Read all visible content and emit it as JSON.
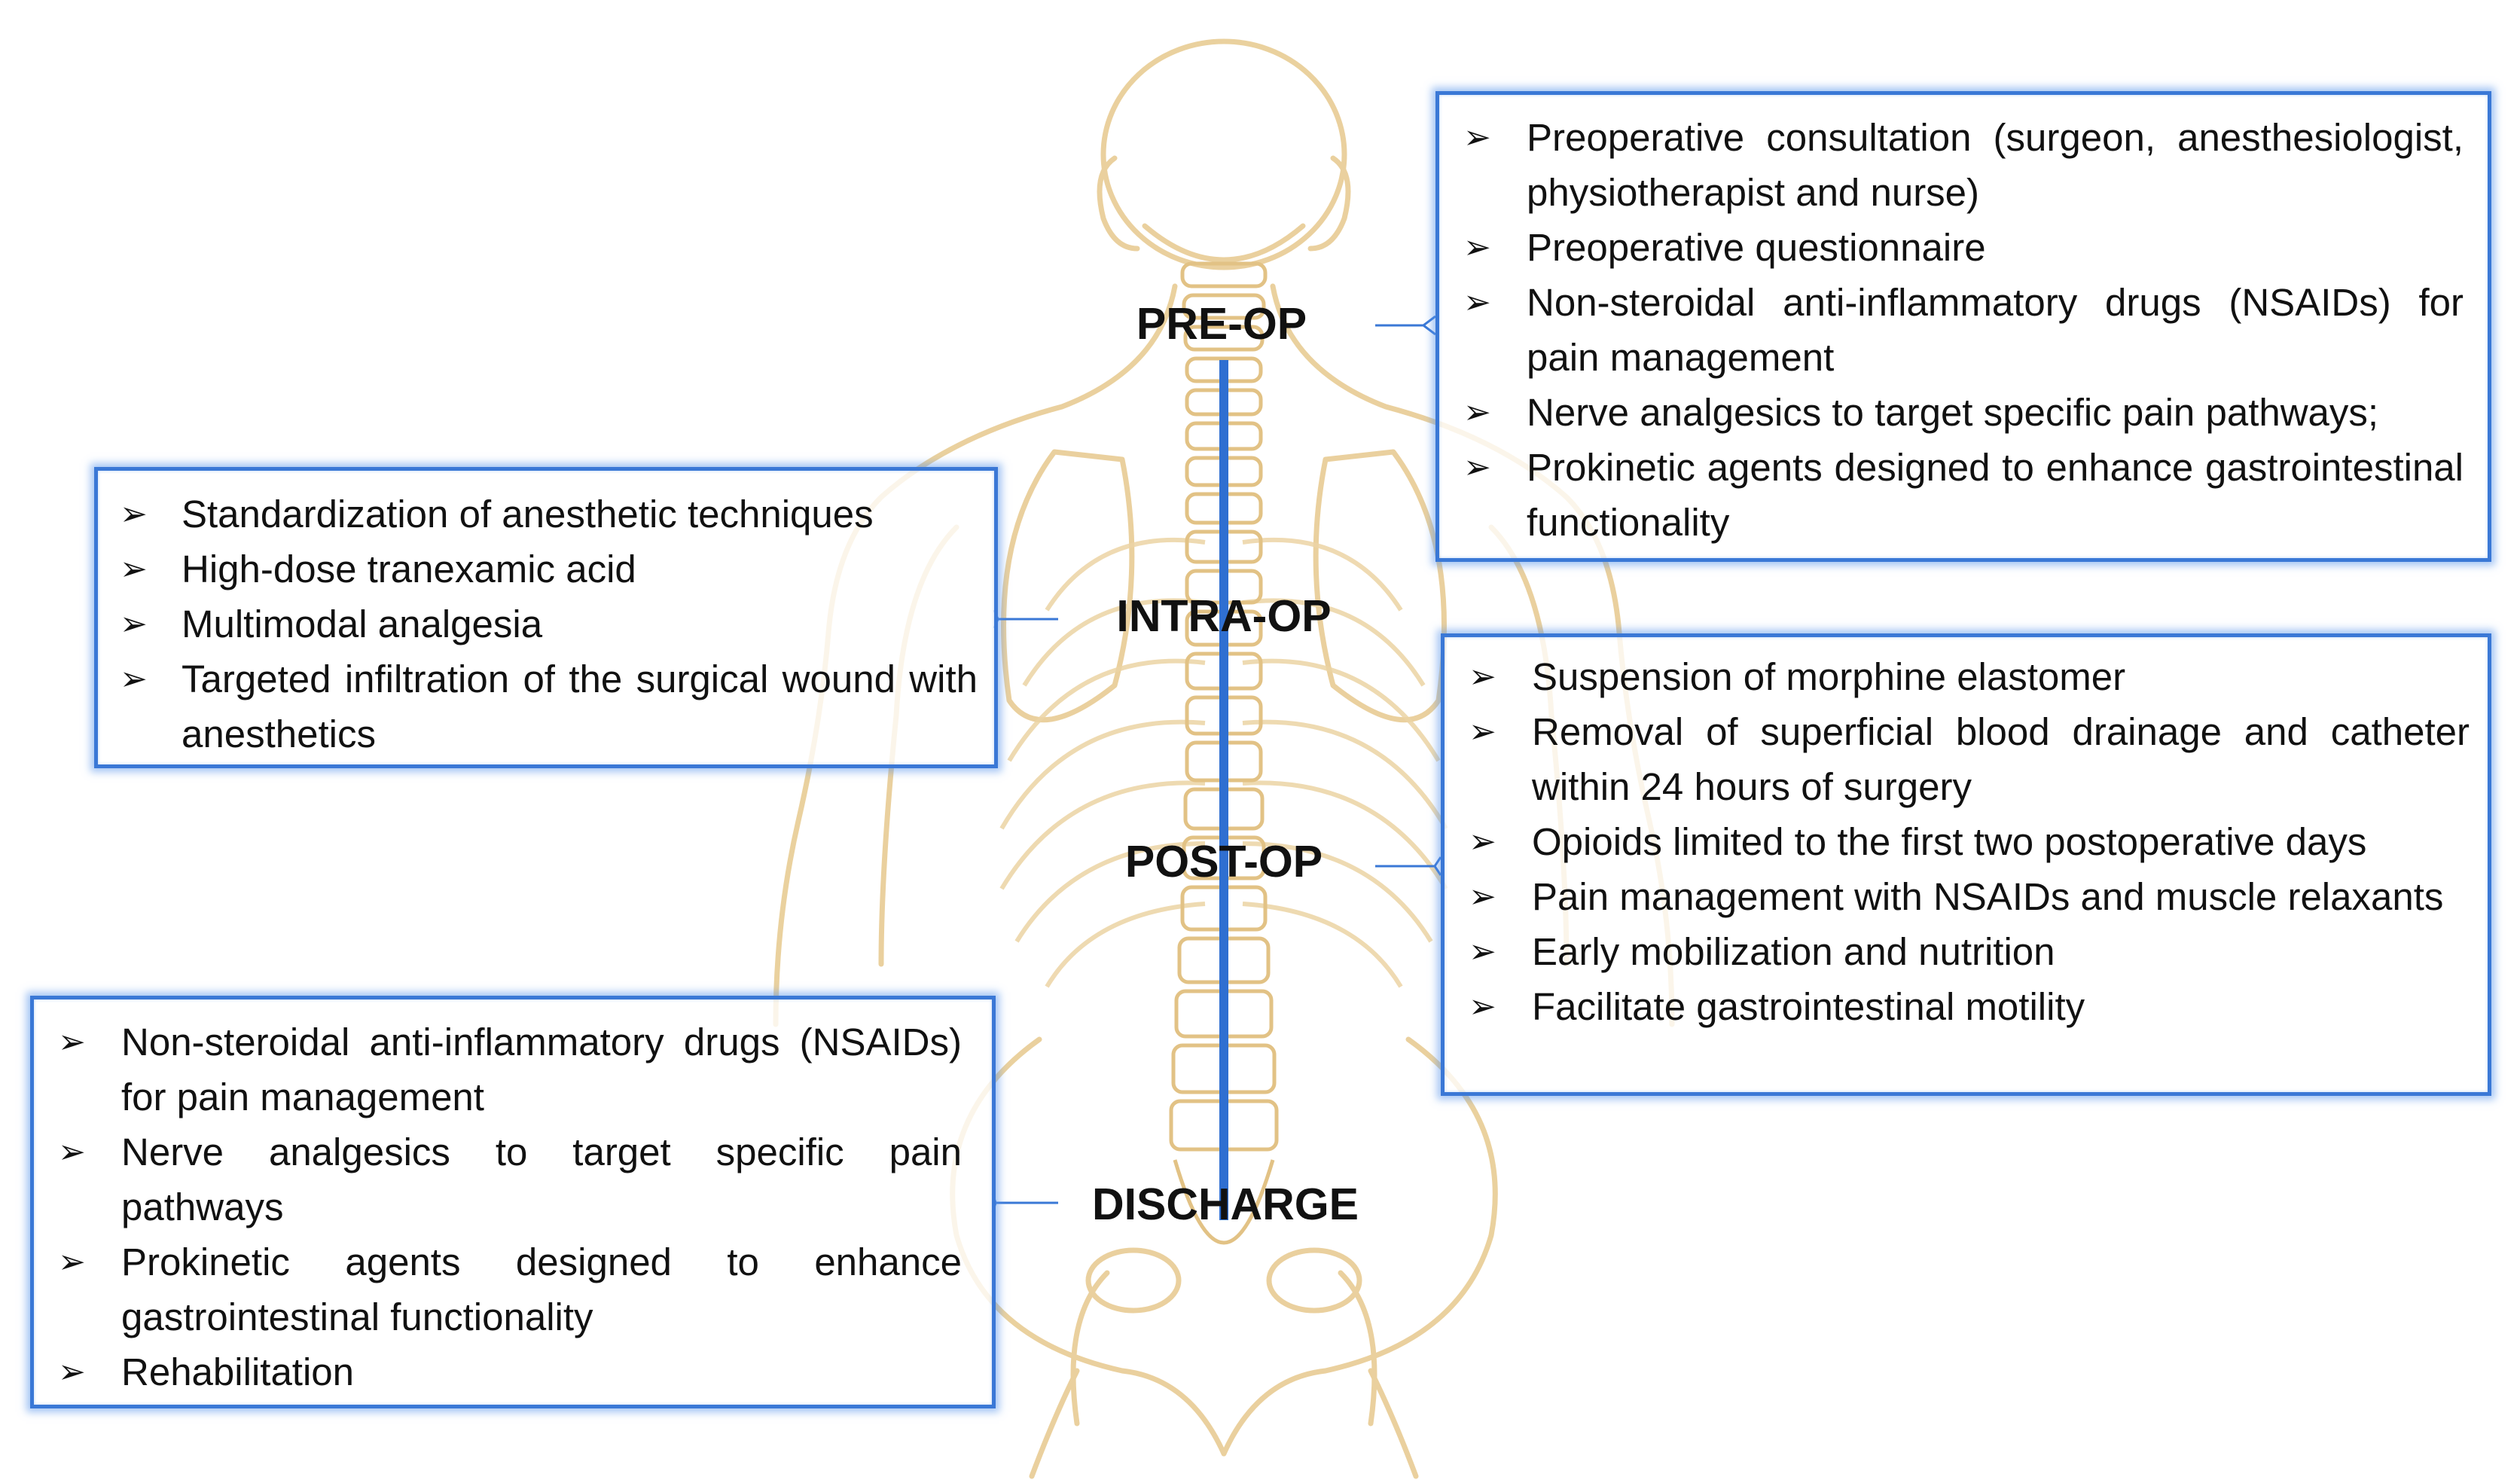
{
  "stages": {
    "preop": {
      "label": "PRE-OP",
      "items": [
        "Preoperative consultation (surgeon, anesthesiologist, physiotherapist and nurse)",
        "Preoperative questionnaire",
        "Non-steroidal anti-inflammatory drugs (NSAIDs) for pain management",
        "Nerve analgesics to target specific pain pathways;",
        "Prokinetic agents designed to enhance gastrointestinal functionality"
      ]
    },
    "intraop": {
      "label": "INTRA-OP",
      "items": [
        "Standardization of anesthetic techniques",
        "High-dose tranexamic acid",
        "Multimodal analgesia",
        "Targeted infiltration of the surgical wound with anesthetics"
      ]
    },
    "postop": {
      "label": "POST-OP",
      "items": [
        "Suspension of morphine elastomer",
        "Removal of superficial blood drainage and catheter within 24 hours of surgery",
        "Opioids limited to the first two postoperative days",
        "Pain management with NSAIDs and muscle relaxants",
        "Early mobilization and nutrition",
        "Facilitate gastrointestinal motility"
      ]
    },
    "discharge": {
      "label": "DISCHARGE",
      "items": [
        "Non-steroidal anti-inflammatory drugs (NSAIDs) for pain management",
        "Nerve analgesics to target specific pain pathways",
        "Prokinetic agents designed to enhance gastrointestinal functionality",
        "Rehabilitation"
      ]
    }
  },
  "colors": {
    "box_border": "#3a78d6",
    "timeline": "#2f6fd1",
    "skeleton": "#e8cc94"
  }
}
